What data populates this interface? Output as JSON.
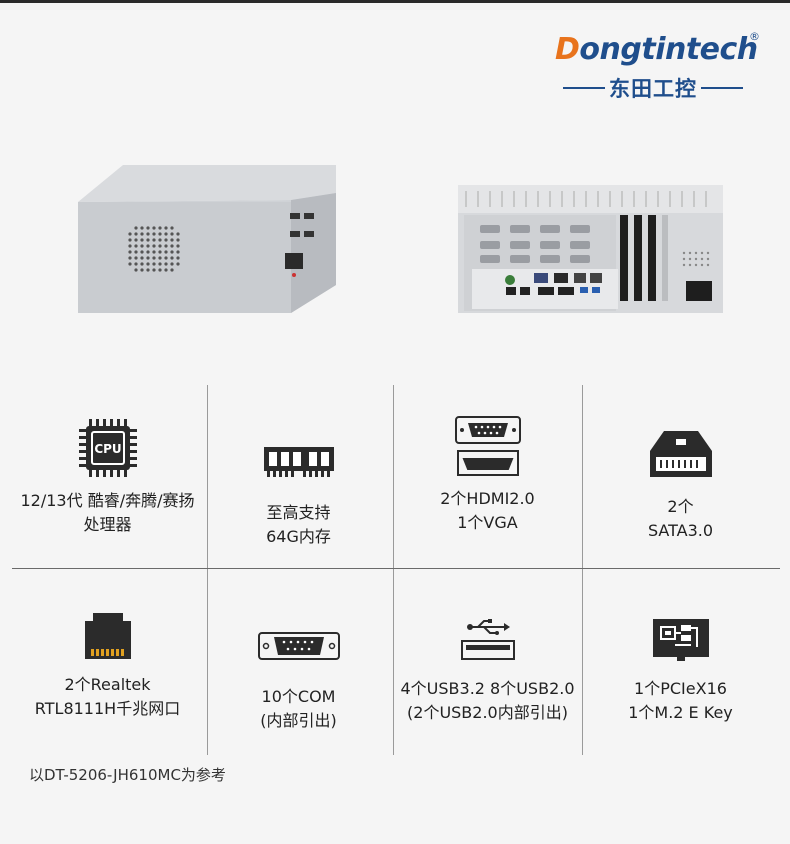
{
  "brand": {
    "name_first": "D",
    "name_rest": "ongtintech",
    "registered": "®",
    "cn_name": "东田工控"
  },
  "features": [
    {
      "icon": "cpu-icon",
      "icon_text": "CPU",
      "line1": "12/13代 酷睿/奔腾/赛扬",
      "line2": "处理器"
    },
    {
      "icon": "memory-icon",
      "line1": "至高支持",
      "line2": "64G内存"
    },
    {
      "icon": "display-port-icon",
      "line1": "2个HDMI2.0",
      "line2": "1个VGA"
    },
    {
      "icon": "sata-icon",
      "line1": "2个",
      "line2": "SATA3.0"
    },
    {
      "icon": "ethernet-port-icon",
      "line1": "2个Realtek",
      "line2": "RTL8111H千兆网口"
    },
    {
      "icon": "serial-port-icon",
      "line1": "10个COM",
      "line2": "(内部引出)"
    },
    {
      "icon": "usb-icon",
      "line1": "4个USB3.2  8个USB2.0",
      "line2": "(2个USB2.0内部引出)"
    },
    {
      "icon": "expansion-card-icon",
      "line1": "1个PCIeX16",
      "line2": "1个M.2 E Key"
    }
  ],
  "footnote": "以DT-5206-JH610MC为参考",
  "colors": {
    "brand_blue": "#1f4e8c",
    "brand_orange": "#e8731c",
    "icon_dark": "#2b2b2b"
  }
}
